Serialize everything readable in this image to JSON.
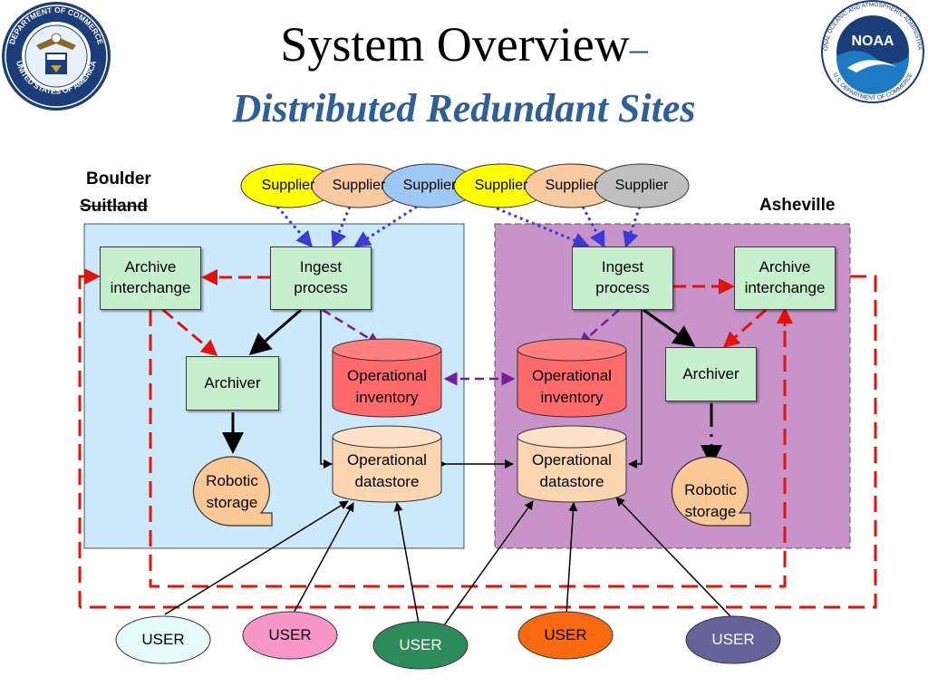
{
  "title": "System Overview",
  "title_dash": "–",
  "subtitle": "Distributed Redundant Sites",
  "logos": {
    "commerce": {
      "ring_text": "DEPARTMENT OF COMMERCE • UNITED STATES OF AMERICA",
      "icon": "doc-seal-icon"
    },
    "noaa": {
      "ring_text": "NATIONAL OCEANIC AND ATMOSPHERIC ADMINISTRATION • U.S. DEPARTMENT OF COMMERCE",
      "center_text": "NOAA",
      "icon": "noaa-logo-icon"
    }
  },
  "sites": {
    "left_primary": "Boulder",
    "left_secondary": "Suitland",
    "right": "Asheville"
  },
  "suppliers": [
    {
      "label": "Supplier",
      "color": "#ffff00"
    },
    {
      "label": "Supplier",
      "color": "#f9c9a0"
    },
    {
      "label": "Supplier",
      "color": "#9fc9f5"
    },
    {
      "label": "Supplier",
      "color": "#ffff00"
    },
    {
      "label": "Supplier",
      "color": "#f9c9a0"
    },
    {
      "label": "Supplier",
      "color": "#c0c0c0"
    }
  ],
  "left": {
    "archive_interchange": "Archive interchange",
    "ingest_process": "Ingest process",
    "archiver": "Archiver",
    "robotic_storage": "Robotic storage",
    "operational_inventory": "Operational inventory",
    "operational_datastore": "Operational datastore"
  },
  "right": {
    "archive_interchange": "Archive interchange",
    "ingest_process": "Ingest process",
    "archiver": "Archiver",
    "robotic_storage": "Robotic storage",
    "operational_inventory": "Operational inventory",
    "operational_datastore": "Operational datastore"
  },
  "users": [
    {
      "label": "USER",
      "color": "#e6fbfb"
    },
    {
      "label": "USER",
      "color": "#f996c8"
    },
    {
      "label": "USER",
      "color": "#2d8a5a"
    },
    {
      "label": "USER",
      "color": "#f96a10"
    },
    {
      "label": "USER",
      "color": "#64639a"
    }
  ],
  "colors": {
    "left_site_bg": "#cce8fb",
    "right_site_bg": "#c893c8",
    "process_box": "#c6efce",
    "inventory_cylinder": "#ff6b6b",
    "datastore_cylinder": "#fbd5b0",
    "robotic_storage": "#fbc995",
    "replication_arrow": "#e3120b",
    "supplier_arrow": "#3a3ad6",
    "inventory_arrow": "#7a1aa0"
  }
}
